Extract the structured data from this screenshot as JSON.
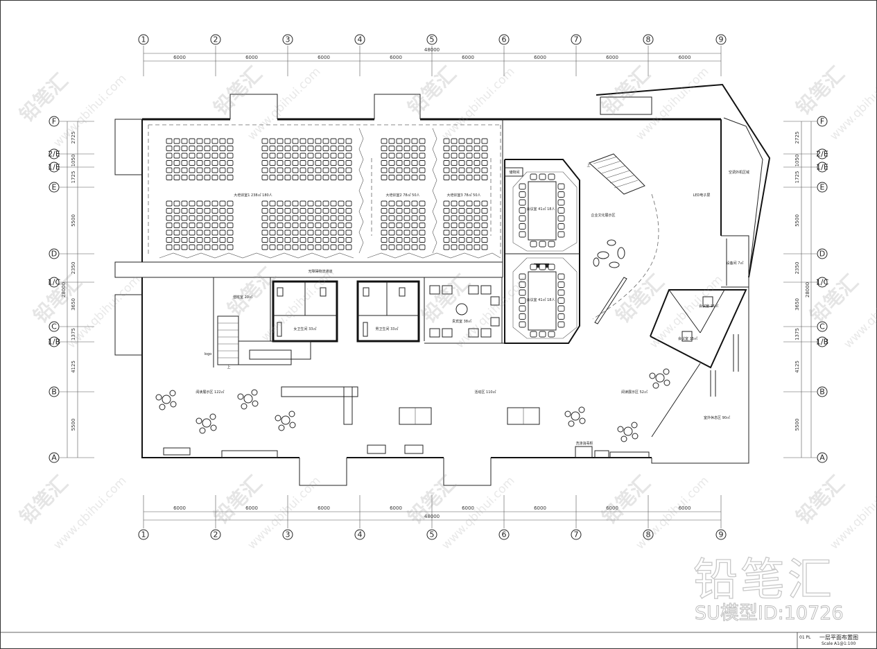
{
  "axes": {
    "columns": [
      "1",
      "2",
      "3",
      "4",
      "5",
      "6",
      "7",
      "8",
      "9"
    ],
    "rows": [
      "F",
      "2/E",
      "1/E",
      "E",
      "D",
      "1/C",
      "C",
      "1/B",
      "B",
      "A"
    ],
    "column_spacing_labels": [
      "6000",
      "6000",
      "6000",
      "6000",
      "6000",
      "6000",
      "6000",
      "6000"
    ],
    "total_width": "48000",
    "row_spacing_labels": [
      "2725",
      "1050",
      "1725",
      "5500",
      "2350",
      "3650",
      "1375",
      "4125",
      "5500"
    ],
    "total_depth": "28000"
  },
  "rooms": {
    "lecture_1": "大培训室1 238㎡ 180人",
    "lecture_2": "大培训室2 78㎡ 50人",
    "lecture_3": "大培训室3 78㎡ 50人",
    "corridor": "无障碍物流通道",
    "culture_zone": "企业文化展示区",
    "led_screen": "LED电子屏",
    "ac_zone": "空调外机区域",
    "meeting_1": "会议室 41㎡ 18人",
    "meeting_2": "会议室 41㎡ 18人",
    "reception_room": "贵宾室 38㎡",
    "storage": "储物间",
    "equipment": "设备间 7㎡",
    "small_meeting_1": "会议室 16㎡",
    "small_meeting_2": "会议室 16㎡",
    "womens_wc": "女卫生间 33㎡",
    "mens_wc": "男卫生间 33㎡",
    "duty_room": "值班室 20㎡",
    "reading_left": "阅读展示区 122㎡",
    "activity": "活动区 110㎡",
    "reading_right": "阅读展示区 52㎡",
    "outdoor_rest": "室外休息区 90㎡",
    "logo": "logo",
    "stair_up_1": "上",
    "stair_up_2": "上",
    "shoe_cabinet": "洗涤消毒柜"
  },
  "title_block": {
    "sheet_no": "01 PL",
    "title": "一层平面布置图",
    "scale": "Scale A1@1:100"
  },
  "watermark": {
    "brand": "铅笔汇",
    "model_id": "SU模型ID:10726",
    "site": "www.qbihui.com"
  }
}
